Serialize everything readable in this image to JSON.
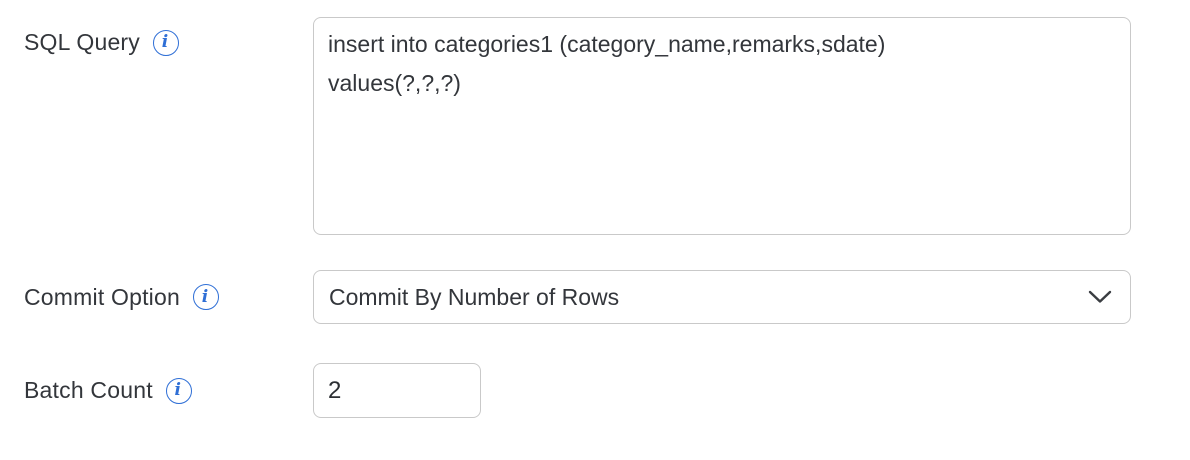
{
  "colors": {
    "accent_blue": "#2f6fd6",
    "border_gray": "#c9c9c9",
    "text_dark": "#33363b",
    "background": "#ffffff"
  },
  "icons": {
    "info_glyph": "i",
    "chevron_down": "v-shape"
  },
  "form": {
    "sql_query": {
      "label": "SQL Query",
      "value": "insert into categories1 (category_name,remarks,sdate)\nvalues(?,?,?)"
    },
    "commit_option": {
      "label": "Commit Option",
      "selected_value": "Commit By Number of Rows"
    },
    "batch_count": {
      "label": "Batch Count",
      "value": "2"
    }
  }
}
